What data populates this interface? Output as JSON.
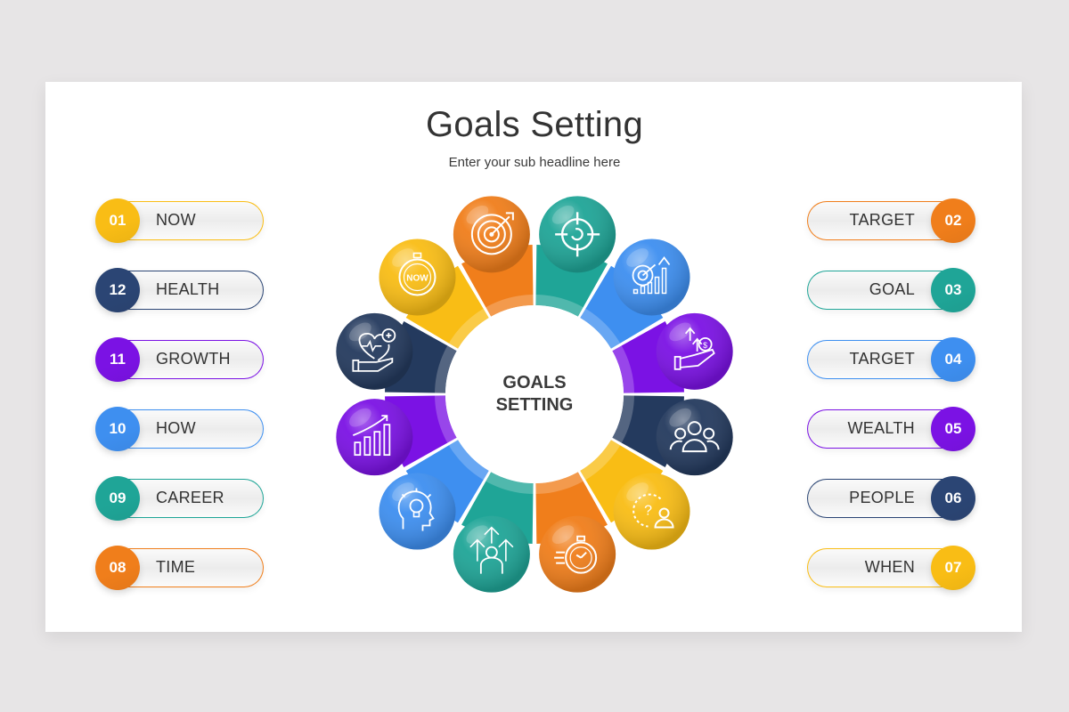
{
  "header": {
    "title": "Goals Setting",
    "subtitle": "Enter your sub headline here"
  },
  "center": {
    "line1": "GOALS",
    "line2": "SETTING"
  },
  "colors": {
    "yellow": "#f9bd15",
    "navy": "#243a5e",
    "purple": "#7b12e4",
    "blue": "#3e8ff0",
    "teal": "#1fa597",
    "orange": "#f07e1b"
  },
  "left_items": [
    {
      "number": "01",
      "label": "NOW",
      "color": "#f9bd15"
    },
    {
      "number": "12",
      "label": "HEALTH",
      "color": "#2b4574"
    },
    {
      "number": "11",
      "label": "GROWTH",
      "color": "#7b12e4"
    },
    {
      "number": "10",
      "label": "HOW",
      "color": "#3e8ff0"
    },
    {
      "number": "09",
      "label": "CAREER",
      "color": "#1fa597"
    },
    {
      "number": "08",
      "label": "TIME",
      "color": "#f07e1b"
    }
  ],
  "right_items": [
    {
      "number": "02",
      "label": "TARGET",
      "color": "#f07e1b"
    },
    {
      "number": "03",
      "label": "GOAL",
      "color": "#1fa597"
    },
    {
      "number": "04",
      "label": "TARGET",
      "color": "#3e8ff0"
    },
    {
      "number": "05",
      "label": "WEALTH",
      "color": "#7b12e4"
    },
    {
      "number": "06",
      "label": "PEOPLE",
      "color": "#2b4574"
    },
    {
      "number": "07",
      "label": "WHEN",
      "color": "#f9bd15"
    }
  ],
  "wheel_segments": [
    {
      "id": "01",
      "icon": "stopwatch-now-icon",
      "color": "#f9bd15"
    },
    {
      "id": "02",
      "icon": "target-dart-icon",
      "color": "#f07e1b"
    },
    {
      "id": "03",
      "icon": "crosshair-icon",
      "color": "#1fa597"
    },
    {
      "id": "04",
      "icon": "target-growth-chart-icon",
      "color": "#3e8ff0"
    },
    {
      "id": "05",
      "icon": "hand-money-icon",
      "color": "#7b12e4"
    },
    {
      "id": "06",
      "icon": "people-group-icon",
      "color": "#243a5e"
    },
    {
      "id": "07",
      "icon": "clock-person-question-icon",
      "color": "#f9bd15"
    },
    {
      "id": "08",
      "icon": "fast-stopwatch-icon",
      "color": "#f07e1b"
    },
    {
      "id": "09",
      "icon": "career-arrows-person-icon",
      "color": "#1fa597"
    },
    {
      "id": "10",
      "icon": "lightbulb-head-icon",
      "color": "#3e8ff0"
    },
    {
      "id": "11",
      "icon": "growth-bar-chart-icon",
      "color": "#7b12e4"
    },
    {
      "id": "12",
      "icon": "heart-hand-health-icon",
      "color": "#243a5e"
    }
  ]
}
